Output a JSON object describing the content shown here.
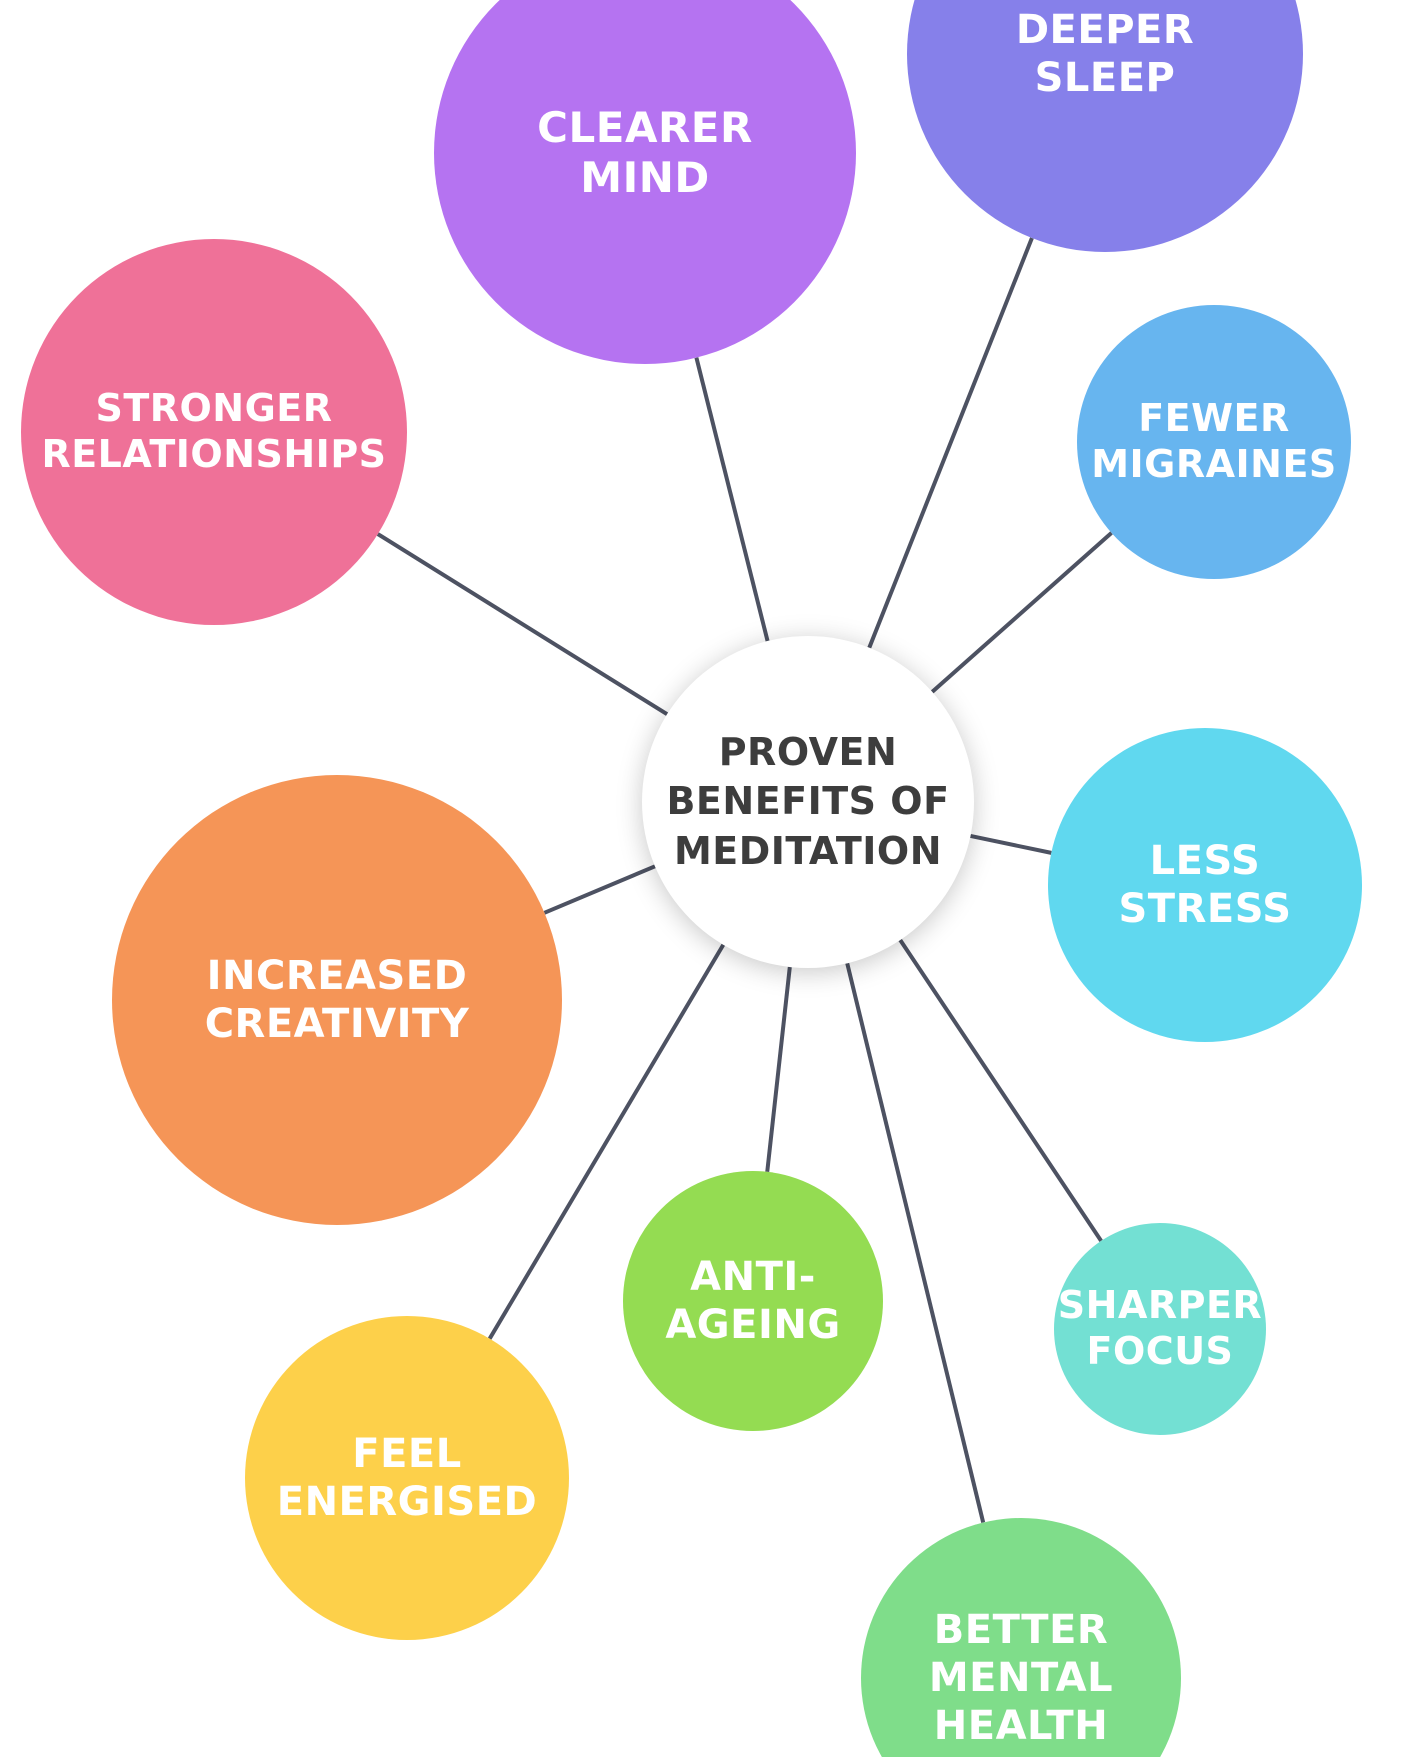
{
  "colors": {
    "line": "#4d5262",
    "hub": "#ffffff"
  },
  "center": {
    "label": "PROVEN\nBENEFITS OF\nMEDITATION"
  },
  "nodes": [
    {
      "id": "deeper-sleep",
      "label": "DEEPER\nSLEEP",
      "color": "#8680ea"
    },
    {
      "id": "clearer-mind",
      "label": "CLEARER\nMIND",
      "color": "#b573f1"
    },
    {
      "id": "stronger-relationships",
      "label": "STRONGER\nRELATIONSHIPS",
      "color": "#ef7198"
    },
    {
      "id": "fewer-migraines",
      "label": "FEWER\nMIGRAINES",
      "color": "#67b5ef"
    },
    {
      "id": "less-stress",
      "label": "LESS\nSTRESS",
      "color": "#60d8ef"
    },
    {
      "id": "increased-creativity",
      "label": "INCREASED\nCREATIVITY",
      "color": "#f59557"
    },
    {
      "id": "anti-ageing",
      "label": "ANTI-\nAGEING",
      "color": "#94dc52"
    },
    {
      "id": "sharper-focus",
      "label": "SHARPER\nFOCUS",
      "color": "#73e0d3"
    },
    {
      "id": "feel-energised",
      "label": "FEEL\nENERGISED",
      "color": "#fdd04a"
    },
    {
      "id": "better-mental-health",
      "label": "BETTER\nMENTAL\nHEALTH",
      "color": "#7fdd8a"
    }
  ]
}
